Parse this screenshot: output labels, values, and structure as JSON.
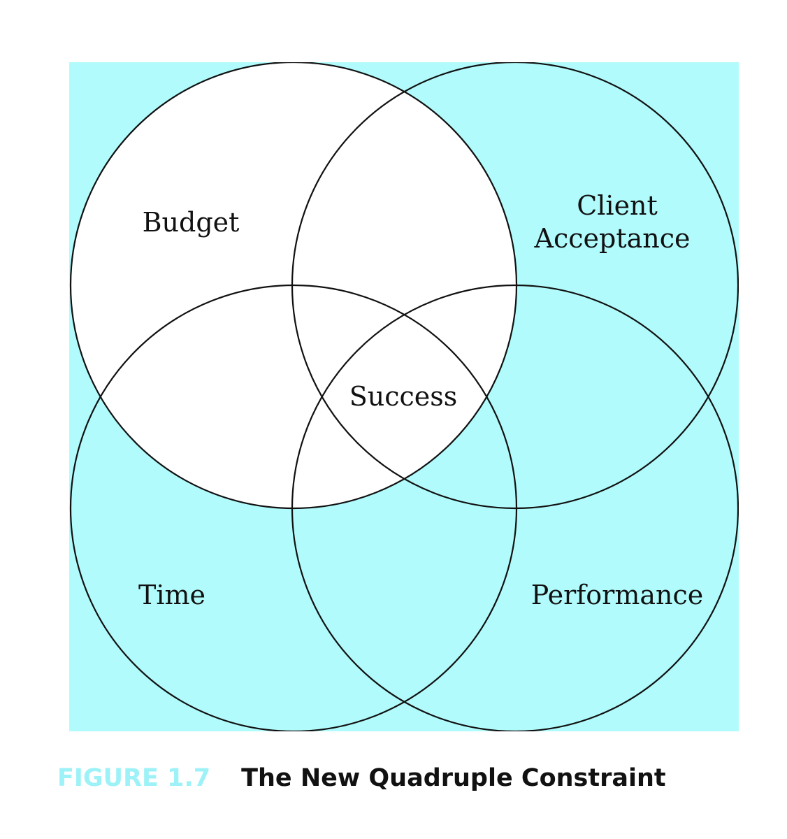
{
  "colors": {
    "background": "#b2fbfc",
    "circle_fill": "#ffffff",
    "stroke": "#111111",
    "caption_number": "#9cf2f7",
    "caption_title": "#111111"
  },
  "diagram": {
    "type": "venn",
    "regions": {
      "top_left": "Budget",
      "top_right_line1": "Client",
      "top_right_line2": "Acceptance",
      "bottom_left": "Time",
      "bottom_right": "Performance",
      "center": "Success"
    }
  },
  "caption": {
    "number": "FIGURE 1.7",
    "title": "The New Quadruple Constraint"
  }
}
